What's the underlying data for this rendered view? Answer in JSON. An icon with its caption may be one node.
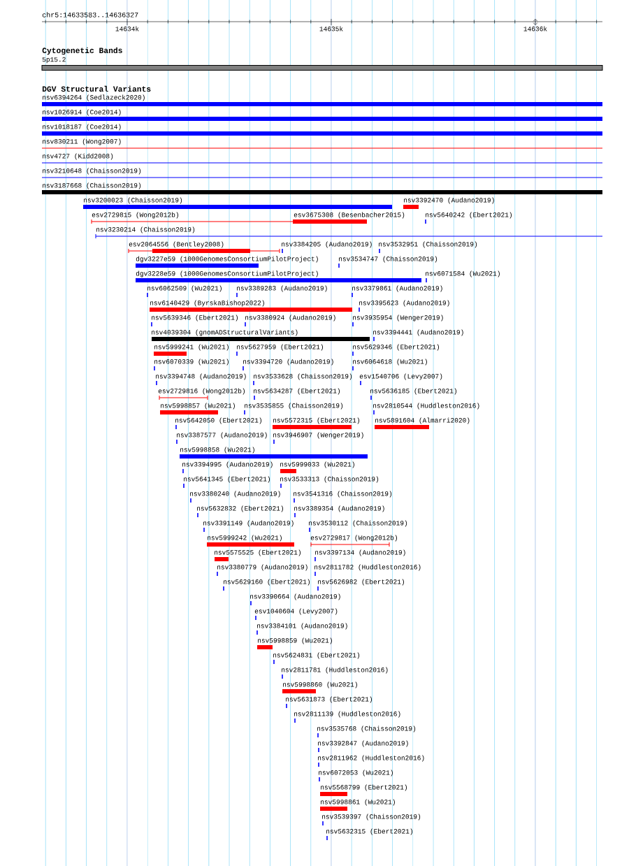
{
  "diagram": {
    "labels": [
      "chr5:14633583..14636327",
      "14634k",
      "14635k",
      "14636k",
      "Cytogenetic Bands",
      "5p15.2",
      "DGV Structural Variants",
      "nsv6394264 (Sedlazeck2020)",
      "nsv1026914 (Coe2014)",
      "nsv1018187 (Coe2014)",
      "nsv830211 (Wong2007)",
      "nsv4727 (Kidd2008)",
      "nsv3210648 (Chaisson2019)",
      "nsv3187668 (Chaisson2019)",
      "nsv3200023 (Chaisson2019)",
      "nsv3392470 (Audano2019)",
      "esv2729815 (Wong2012b)",
      "esv3675308 (Besenbacher2015)",
      "nsv5640242 (Ebert2021)",
      "nsv3230214 (Chaisson2019)",
      "esv2064556 (Bentley2008)",
      "nsv3384205 (Audano2019)",
      "nsv3532951 (Chaisson2019)",
      "dgv3227e59 (1000GenomesConsortiumPilotProject)",
      "nsv3534747 (Chaisson2019)",
      "dgv3228e59 (1000GenomesConsortiumPilotProject)",
      "nsv6071584 (Wu2021)",
      "nsv6062509 (Wu2021)",
      "nsv3389283 (Audano2019)",
      "nsv3379861 (Audano2019)",
      "nsv6140429 (ByrskaBishop2022)",
      "nsv3395623 (Audano2019)",
      "nsv5639346 (Ebert2021)",
      "nsv3380924 (Audano2019)",
      "nsv3935954 (Wenger2019)",
      "nsv4039304 (gnomADStructuralVariants)",
      "nsv3394441 (Audano2019)",
      "nsv5999241 (Wu2021)",
      "nsv5627959 (Ebert2021)",
      "nsv5629346 (Ebert2021)",
      "nsv6070339 (Wu2021)",
      "nsv3394720 (Audano2019)",
      "nsv6064618 (Wu2021)",
      "nsv3394748 (Audano2019)",
      "nsv3533628 (Chaisson2019)",
      "esv1540706 (Levy2007)",
      "esv2729816 (Wong2012b)",
      "nsv5634287 (Ebert2021)",
      "nsv5636185 (Ebert2021)",
      "nsv5998857 (Wu2021)",
      "nsv3535855 (Chaisson2019)",
      "nsv2810544 (Huddleston2016)",
      "nsv5642050 (Ebert2021)",
      "nsv5572315 (Ebert2021)",
      "nsv5891604 (Almarri2020)",
      "nsv3387577 (Audano2019)",
      "nsv3946907 (Wenger2019)",
      "nsv5998858 (Wu2021)",
      "nsv3394995 (Audano2019)",
      "nsv5999033 (Wu2021)",
      "nsv5641345 (Ebert2021)",
      "nsv3533313 (Chaisson2019)",
      "nsv3380240 (Audano2019)",
      "nsv3541316 (Chaisson2019)",
      "nsv5632832 (Ebert2021)",
      "nsv3389354 (Audano2019)",
      "nsv3391149 (Audano2019)",
      "nsv3530112 (Chaisson2019)",
      "nsv5999242 (Wu2021)",
      "esv2729817 (Wong2012b)",
      "nsv5575525 (Ebert2021)",
      "nsv3397134 (Audano2019)",
      "nsv3380779 (Audano2019)",
      "nsv2811782 (Huddleston2016)",
      "nsv5629160 (Ebert2021)",
      "nsv5626982 (Ebert2021)",
      "nsv3390664 (Audano2019)",
      "esv1040604 (Levy2007)",
      "nsv3384101 (Audano2019)",
      "nsv5998859 (Wu2021)",
      "nsv5624831 (Ebert2021)",
      "nsv2811781 (Huddleston2016)",
      "nsv5998860 (Wu2021)",
      "nsv5631873 (Ebert2021)",
      "nsv2811139 (Huddleston2016)",
      "nsv3535768 (Chaisson2019)",
      "nsv3392847 (Audano2019)",
      "nsv2811962 (Huddleston2016)",
      "nsv6072053 (Wu2021)",
      "nsv5568799 (Ebert2021)",
      "nsv5998861 (Wu2021)",
      "nsv3539397 (Chaisson2019)",
      "nsv5632315 (Ebert2021)"
    ]
  }
}
